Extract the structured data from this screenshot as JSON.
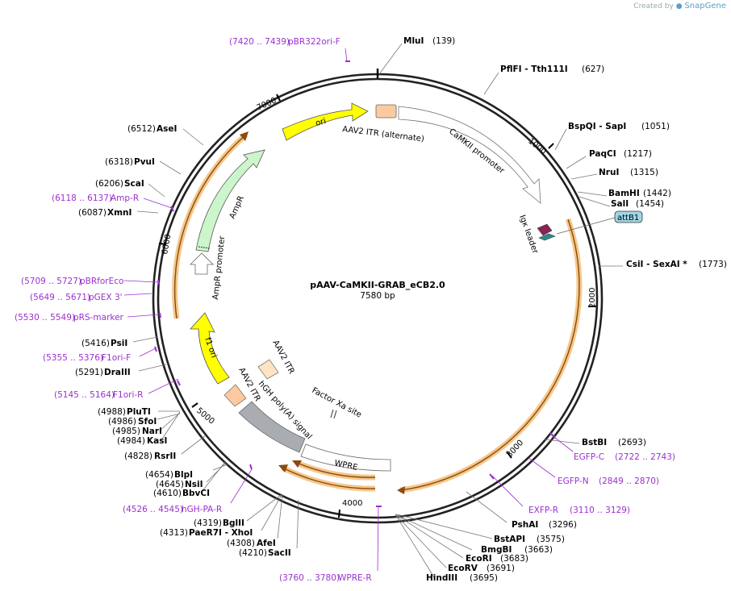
{
  "credit": {
    "prefix": "Created by",
    "brand": "SnapGene"
  },
  "plasmid": {
    "name": "pAAV-CaMKII-GRAB_eCB2.0",
    "size": "7580 bp"
  },
  "ticks": [
    "1000",
    "2000",
    "3000",
    "4000",
    "5000",
    "6000",
    "7000"
  ],
  "features": [
    {
      "name": "ori"
    },
    {
      "name": "AAV2 ITR (alternate)"
    },
    {
      "name": "CaMKII promoter"
    },
    {
      "name": "Igκ leader"
    },
    {
      "name": "attB1"
    },
    {
      "name": "AmpR"
    },
    {
      "name": "AmpR promoter"
    },
    {
      "name": "f1 ori"
    },
    {
      "name": "AAV2 ITR"
    },
    {
      "name": "AAV2 ITR"
    },
    {
      "name": "hGH poly(A) signal"
    },
    {
      "name": "Factor Xa site"
    },
    {
      "name": "WPRE"
    }
  ],
  "sites": [
    {
      "name": "MluI",
      "pos": "(139)"
    },
    {
      "name": "PflFI  - Tth111I",
      "pos": "(627)"
    },
    {
      "name": "BspQI  - SapI",
      "pos": "(1051)"
    },
    {
      "name": "PaqCI",
      "pos": "(1217)"
    },
    {
      "name": "NruI",
      "pos": "(1315)"
    },
    {
      "name": "BamHI",
      "pos": "(1442)"
    },
    {
      "name": "SalI",
      "pos": "(1454)"
    },
    {
      "name": "CsiI  - SexAI *",
      "pos": "(1773)"
    },
    {
      "name": "BstBI",
      "pos": "(2693)"
    },
    {
      "name": "PshAI",
      "pos": "(3296)"
    },
    {
      "name": "BstAPI",
      "pos": "(3575)"
    },
    {
      "name": "BmgBI",
      "pos": "(3663)"
    },
    {
      "name": "EcoRI",
      "pos": "(3683)"
    },
    {
      "name": "EcoRV",
      "pos": "(3691)"
    },
    {
      "name": "HindIII",
      "pos": "(3695)"
    },
    {
      "name": "SacII",
      "pos": "(4210)"
    },
    {
      "name": "AfeI",
      "pos": "(4308)"
    },
    {
      "name": "PaeR7I  - XhoI",
      "pos": "(4313)"
    },
    {
      "name": "BglII",
      "pos": "(4319)"
    },
    {
      "name": "BbvCI",
      "pos": "(4610)"
    },
    {
      "name": "NsiI",
      "pos": "(4645)"
    },
    {
      "name": "BlpI",
      "pos": "(4654)"
    },
    {
      "name": "RsrII",
      "pos": "(4828)"
    },
    {
      "name": "KasI",
      "pos": "(4984)"
    },
    {
      "name": "NarI",
      "pos": "(4985)"
    },
    {
      "name": "SfoI",
      "pos": "(4986)"
    },
    {
      "name": "PluTI",
      "pos": "(4988)"
    },
    {
      "name": "DraIII",
      "pos": "(5291)"
    },
    {
      "name": "PsiI",
      "pos": "(5416)"
    },
    {
      "name": "XmnI",
      "pos": "(6087)"
    },
    {
      "name": "ScaI",
      "pos": "(6206)"
    },
    {
      "name": "PvuI",
      "pos": "(6318)"
    },
    {
      "name": "AseI",
      "pos": "(6512)"
    }
  ],
  "primers": [
    {
      "name": "pBR322ori-F",
      "range": "(7420 .. 7439)"
    },
    {
      "name": "EGFP-C",
      "range": "(2722 .. 2743)"
    },
    {
      "name": "EGFP-N",
      "range": "(2849 .. 2870)"
    },
    {
      "name": "EXFP-R",
      "range": "(3110 .. 3129)"
    },
    {
      "name": "WPRE-R",
      "range": "(3760 .. 3780)"
    },
    {
      "name": "hGH-PA-R",
      "range": "(4526 .. 4545)"
    },
    {
      "name": "F1ori-R",
      "range": "(5145 .. 5164)"
    },
    {
      "name": "F1ori-F",
      "range": "(5355 .. 5376)"
    },
    {
      "name": "pRS-marker",
      "range": "(5530 .. 5549)"
    },
    {
      "name": "pGEX 3'",
      "range": "(5649 .. 5671)"
    },
    {
      "name": "pBRforEco",
      "range": "(5709 .. 5727)"
    },
    {
      "name": "Amp-R",
      "range": "(6118 .. 6137)"
    }
  ]
}
